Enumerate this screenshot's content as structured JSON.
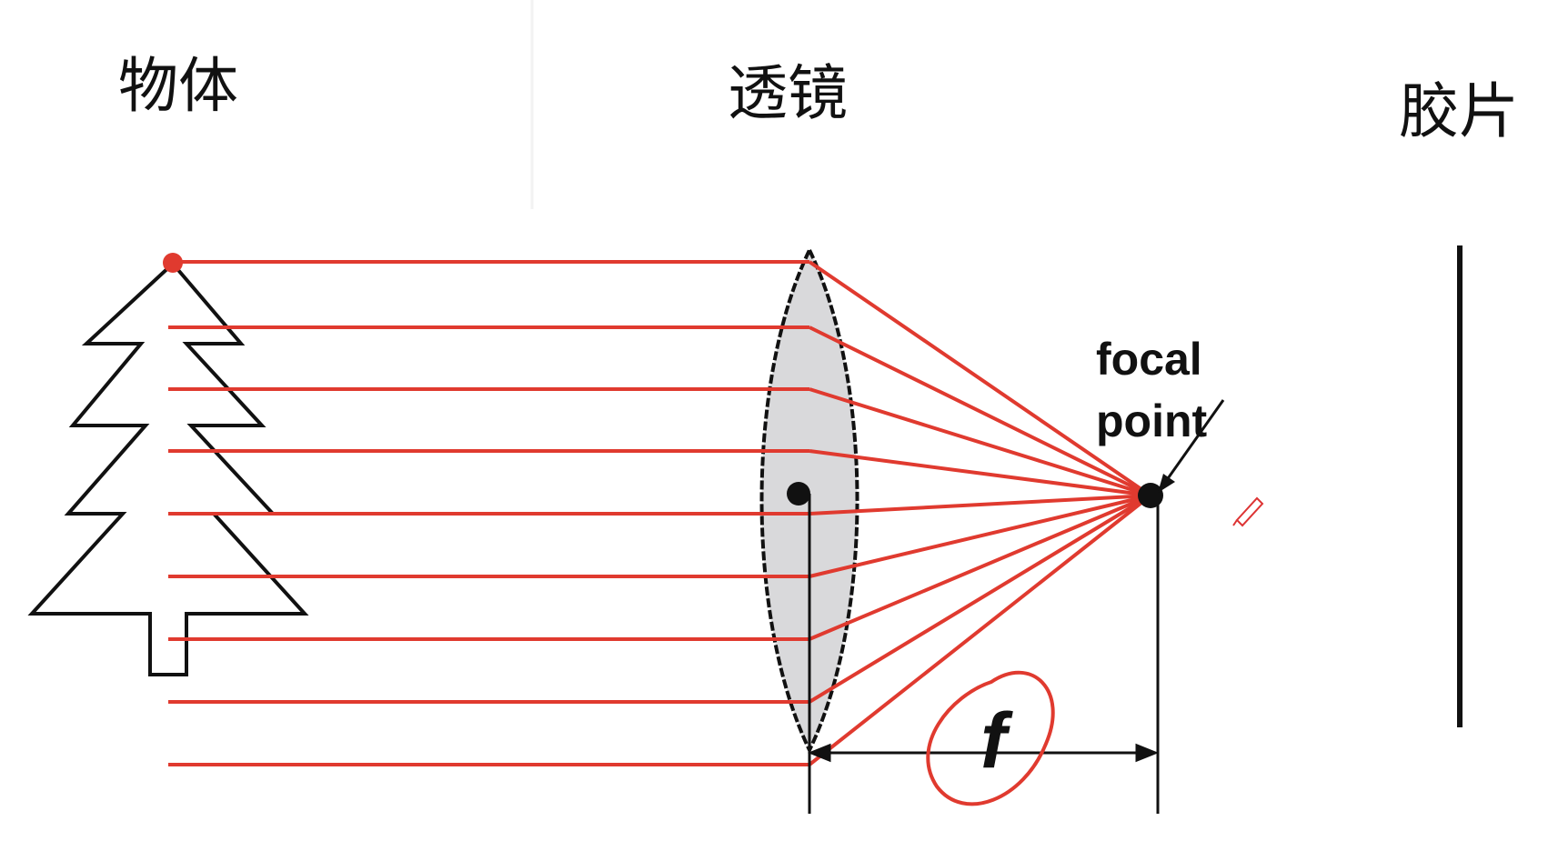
{
  "labels": {
    "object": "物体",
    "lens": "透镜",
    "film": "胶片",
    "focal_point_line1": "focal",
    "focal_point_line2": "point",
    "focal_length": "f"
  },
  "colors": {
    "ray": "#e03a2f",
    "lens_fill": "#d9d9db",
    "ink": "#111111",
    "annotation": "#e03a2f"
  },
  "icons": [
    "tree-icon",
    "lens-shape",
    "pen-cursor-icon"
  ]
}
